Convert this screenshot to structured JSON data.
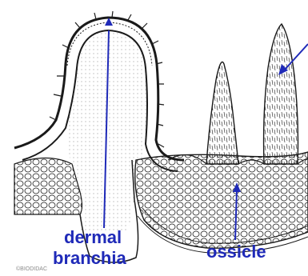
{
  "labels": {
    "dermal_branchia_line1": "dermal",
    "dermal_branchia_line2": "branchia",
    "ossicle": "ossicle"
  },
  "copyright": "©BIODIDAC",
  "colors": {
    "label": "#1f2ab8",
    "ink": "#1a1a1a",
    "arrow": "#1f2ab8",
    "background": "#ffffff"
  }
}
